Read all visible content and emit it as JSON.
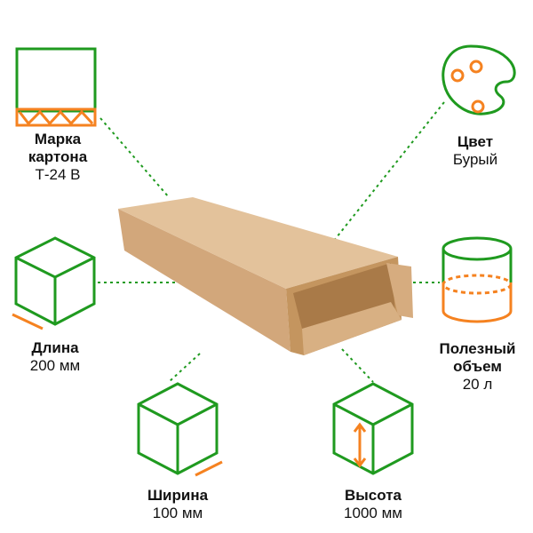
{
  "features": {
    "grade": {
      "title_line1": "Марка",
      "title_line2": "картона",
      "value": "Т-24 В"
    },
    "color": {
      "title": "Цвет",
      "value": "Бурый"
    },
    "length": {
      "title": "Длина",
      "value": "200 мм"
    },
    "volume": {
      "title_line1": "Полезный",
      "title_line2": "объем",
      "value": "20 л"
    },
    "width": {
      "title": "Ширина",
      "value": "100 мм"
    },
    "height": {
      "title": "Высота",
      "value": "1000 мм"
    }
  },
  "colors": {
    "green": "#1f9a1f",
    "orange": "#f58220",
    "cardboard": "#d9b48a"
  }
}
